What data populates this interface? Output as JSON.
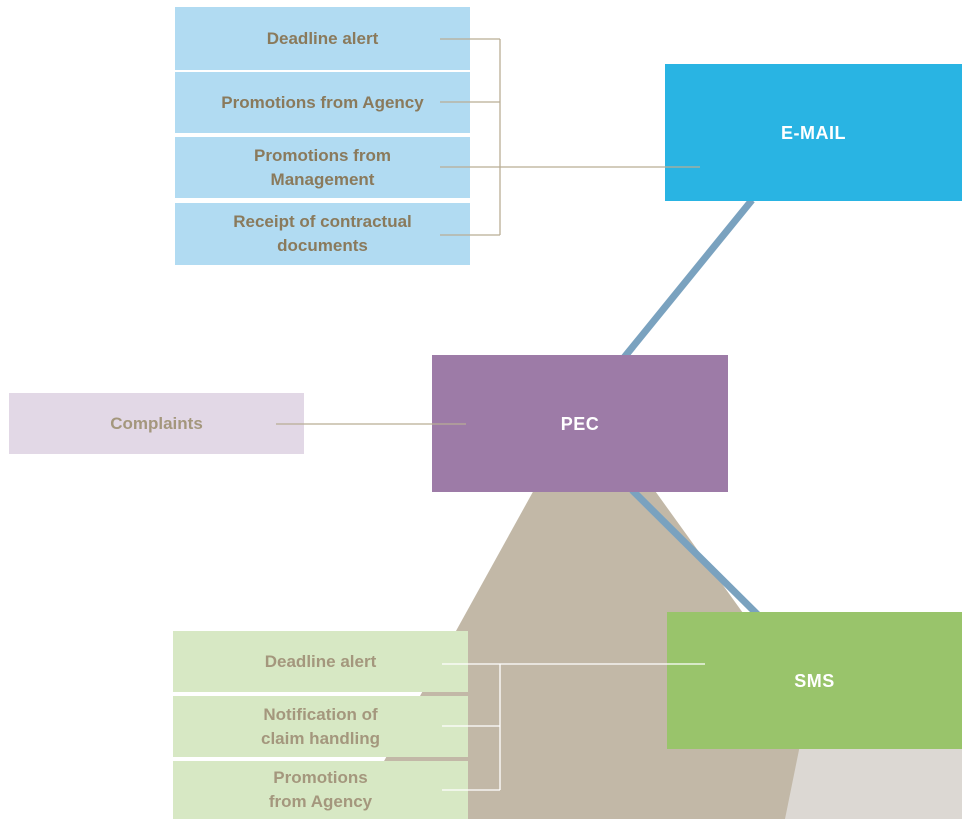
{
  "colors": {
    "email": "#29b4e3",
    "email_items": "#b1dbf2",
    "pec": "#9d7ba7",
    "complaints": "#e2d8e6",
    "sms": "#99c46b",
    "sms_items": "#d7e8c4",
    "connector": "#7aa2bf",
    "background_shape": "#c2b8a7"
  },
  "email": {
    "label": "E-MAIL",
    "items": [
      "Deadline alert",
      "Promotions from Agency",
      "Promotions from Management",
      "Receipt of contractual documents"
    ]
  },
  "pec": {
    "label": "PEC",
    "items": [
      "Complaints"
    ]
  },
  "sms": {
    "label": "SMS",
    "items": [
      "Deadline alert",
      "Notification of claim handling",
      "Promotions from Agency"
    ]
  }
}
